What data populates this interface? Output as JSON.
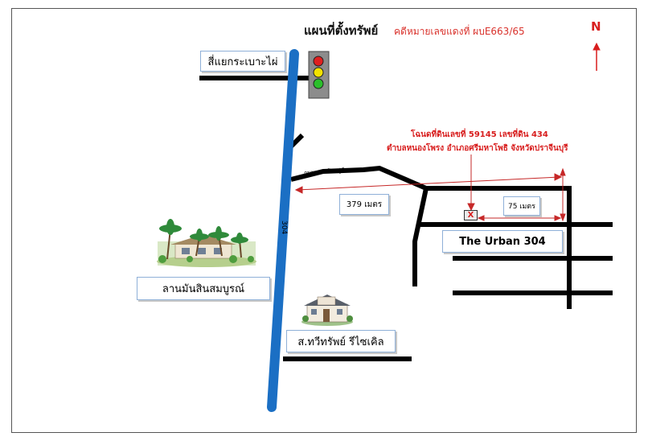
{
  "map": {
    "title": "แผนที่ตั้งทรัพย์",
    "subtitle": "คดีหมายเลขแดงที่ ผบE663/65",
    "north": "N",
    "road_number": "304",
    "village_road": "ถนนทางเข้าหมู่บ้าน",
    "labels": {
      "traffic_light": "สี่แยกระเบาะไผ่",
      "distance_379": "379 เมตร",
      "distance_75": "75 เมตร",
      "the_urban": "The Urban 304",
      "lan_mun": "ลานมันสินสมบูรณ์",
      "recycle": "ส.ทวีทรัพย์ รีไซเคิล"
    },
    "property_note_line1": "โฉนดที่ดินเลขที่ 59145 เลขที่ดิน 434",
    "property_note_line2": "ตำบลหนองโพรง อำเภอศรีมหาโพธิ จังหวัดปราจีนบุรี",
    "property_marker": "X",
    "colors": {
      "highway": "#1b6fc4",
      "road": "#000000",
      "accent": "#d81e1e",
      "label_border": "#8fb0d8"
    },
    "icons": [
      "traffic-light-icon",
      "palm-trees-icon",
      "house-icon",
      "north-arrow-icon"
    ]
  }
}
